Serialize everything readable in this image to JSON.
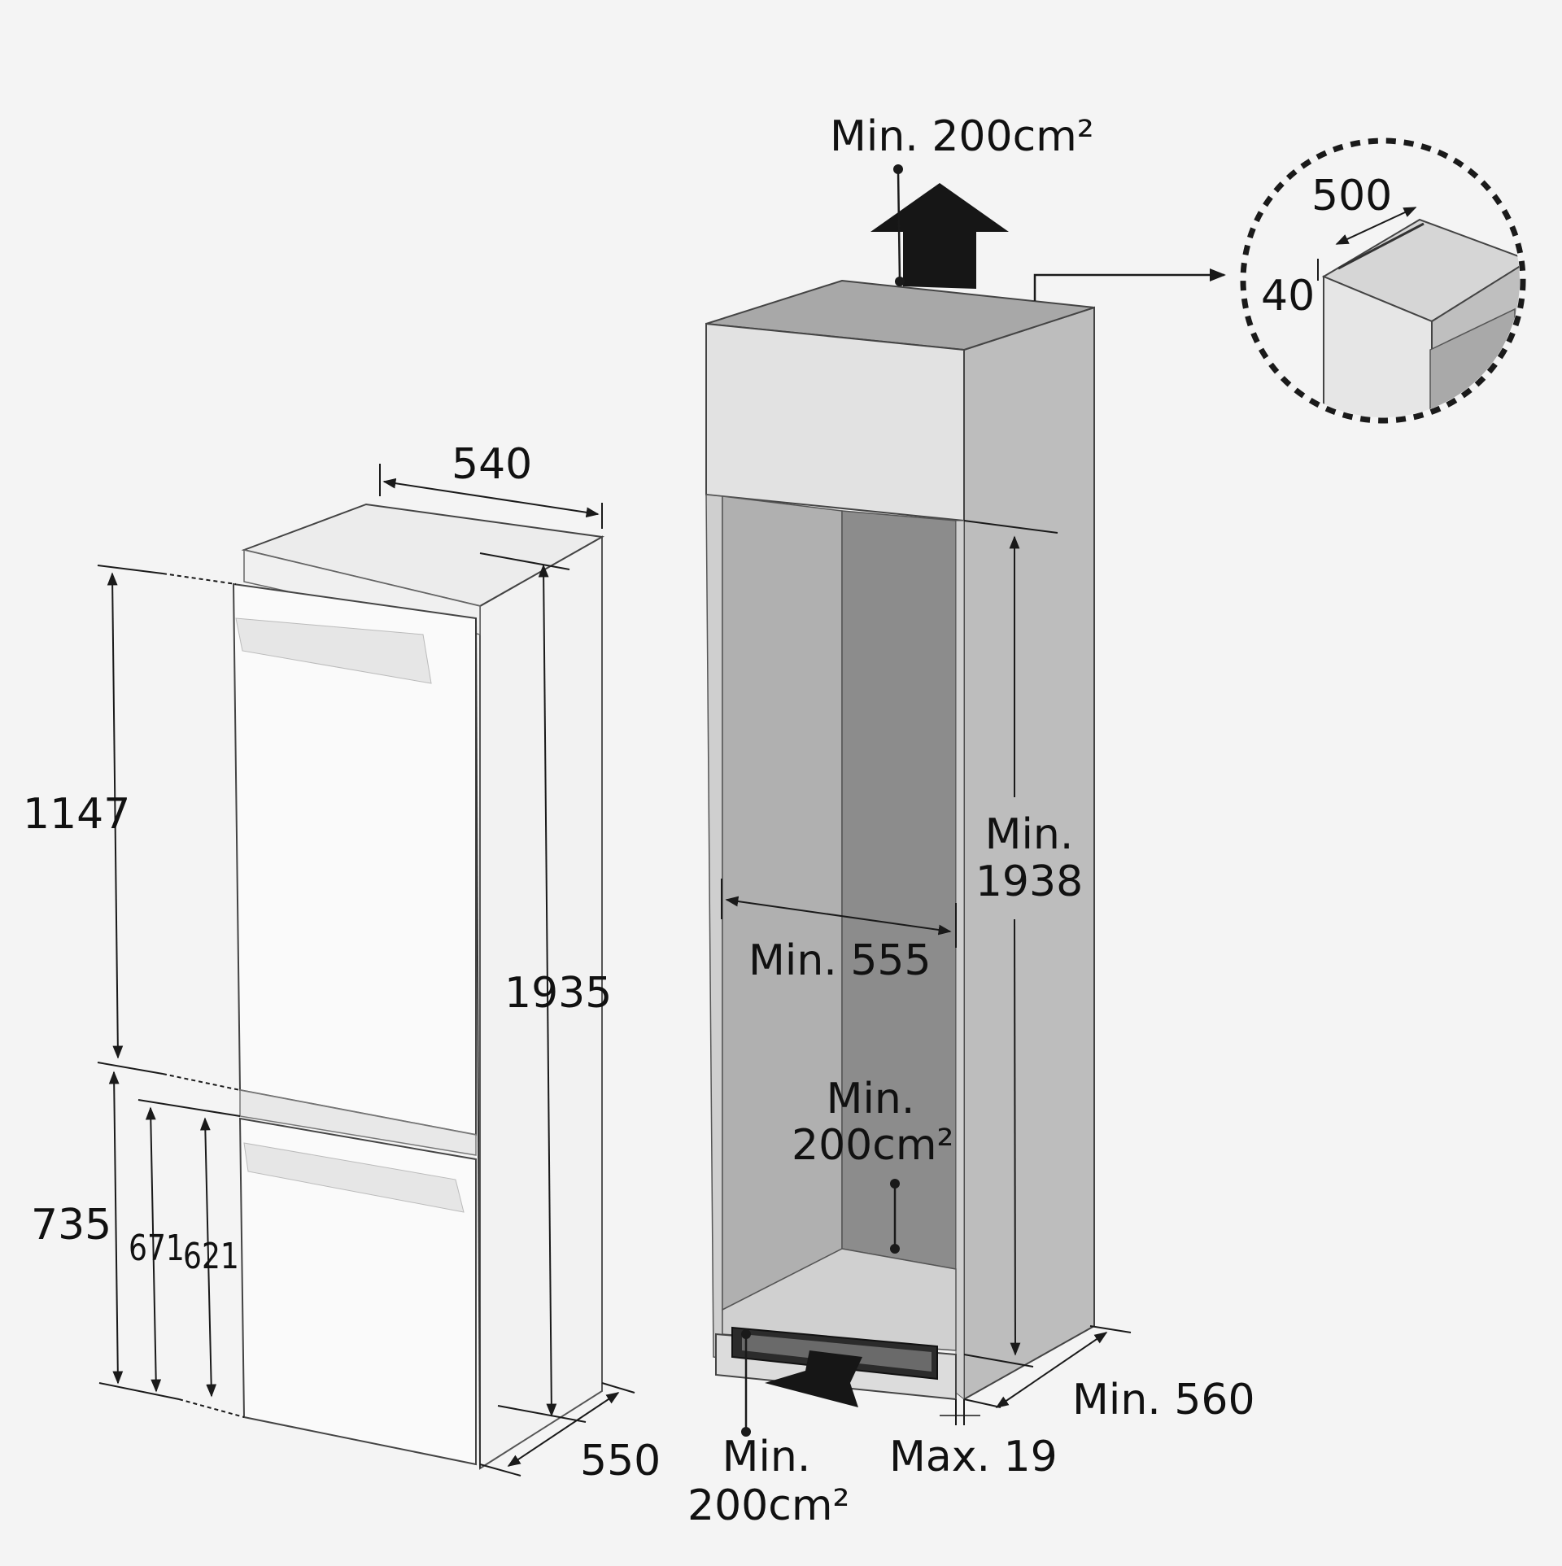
{
  "fridge": {
    "width": "540",
    "height_total": "1935",
    "upper_height": "1147",
    "lower_height": "735",
    "lower_door_a": "671",
    "lower_door_b": "621",
    "depth": "550"
  },
  "cabinet": {
    "top_vent": "Min. 200cm²",
    "inner_height_prefix": "Min.",
    "inner_height_value": "1938",
    "inner_width": "Min. 555",
    "rear_vent_prefix": "Min.",
    "rear_vent_value": "200cm²",
    "depth": "Min. 560",
    "bottom_vent_prefix": "Min.",
    "bottom_vent_value": "200cm²",
    "door_gap": "Max. 19"
  },
  "detail": {
    "width": "500",
    "height": "40"
  },
  "colors": {
    "background": "#f4f4f4",
    "line": "#1a1a1a",
    "cabinet_side": "#bdbdbd",
    "cabinet_inner": "#a9a9a9",
    "cabinet_back": "#8f8f8f",
    "fridge_face": "#f7f7f7"
  },
  "icons": [
    "up-arrow-icon",
    "right-arrow-icon",
    "magnifier-circle-icon"
  ]
}
